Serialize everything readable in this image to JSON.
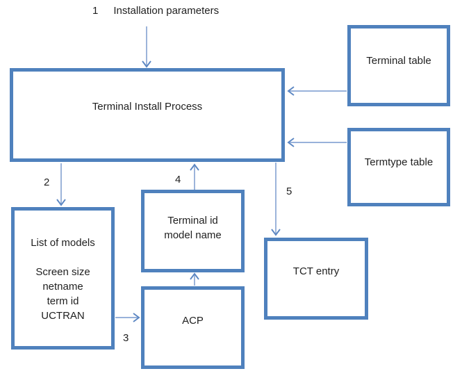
{
  "colors": {
    "box_border": "#4f81bd",
    "arrow_line": "#8aa7d4",
    "arrow_head": "#5b86c2",
    "text": "#1f1f1f",
    "background": "#ffffff"
  },
  "annotations": {
    "step1_number": "1",
    "step1_text": "Installation parameters",
    "step2_number": "2",
    "step3_number": "3",
    "step4_number": "4",
    "step5_number": "5"
  },
  "boxes": {
    "install": {
      "label": "Terminal Install Process"
    },
    "terminal_table": {
      "label": "Terminal table"
    },
    "termtype_table": {
      "label": "Termtype table"
    },
    "list_of_models": {
      "title": "List of models",
      "items": [
        "Screen size",
        "netname",
        "term id",
        "UCTRAN"
      ]
    },
    "terminal_id": {
      "line1": "Terminal id",
      "line2": "model name"
    },
    "acp": {
      "label": "ACP"
    },
    "tct": {
      "label": "TCT entry"
    }
  }
}
